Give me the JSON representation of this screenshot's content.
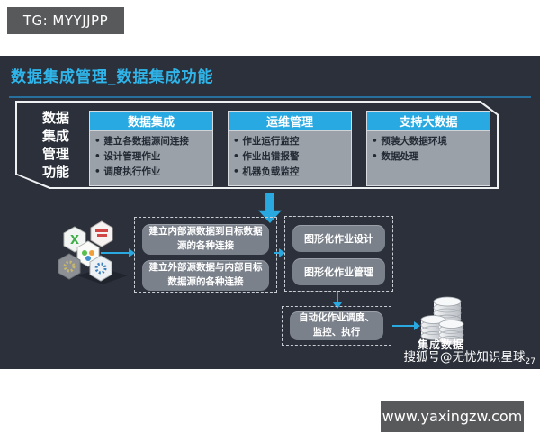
{
  "watermark_top": {
    "label": "TG: MYYJJPP"
  },
  "slide": {
    "title": "数据集成管理_数据集成功能",
    "side_label_lines": [
      "数据",
      "集成",
      "管理",
      "功能"
    ],
    "feature_boxes": [
      {
        "header": "数据集成",
        "bullets": [
          "建立各数据源间连接",
          "设计管理作业",
          "调度执行作业"
        ]
      },
      {
        "header": "运维管理",
        "bullets": [
          "作业运行监控",
          "作业出错报警",
          "机器负载监控"
        ]
      },
      {
        "header": "支持大数据",
        "bullets": [
          "预装大数据环境",
          "数据处理"
        ]
      }
    ],
    "flow": {
      "connection_boxes": [
        "建立内部源数据到目标数据源的各种连接",
        "建立外部源数据与内部目标数据源的各种连接"
      ],
      "design_boxes": [
        "图形化作业设计",
        "图形化作业管理"
      ],
      "schedule_box": "自动化作业调度、监控、执行",
      "db_label": "集成数据"
    },
    "watermark_bottom": {
      "text": "搜狐号@无忧知识星球",
      "sub": "27"
    }
  },
  "footer": {
    "url": "www.yaxingzw.com"
  },
  "colors": {
    "slide_bg": "#2b303a",
    "accent_cyan": "#29a9e2",
    "title_cyan": "#2fb5ea",
    "box_body_gray": "#9ba1a9",
    "flow_box_gray": "#7b818b",
    "badge_gray": "#58595b"
  }
}
